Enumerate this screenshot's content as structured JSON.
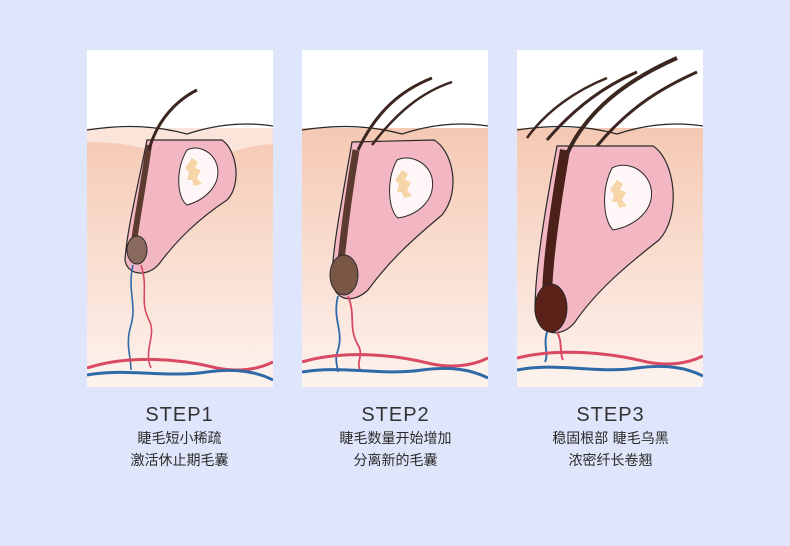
{
  "colors": {
    "background": "#dfe5fa",
    "skin": "#f7d4c4",
    "follicle_pink": "#f0b3c0",
    "artery": "#d94a62",
    "vein": "#2f6aa8",
    "hair": "#4a2a22"
  },
  "steps": [
    {
      "title": "STEP1",
      "line1": "睫毛短小稀疏",
      "line2": "激活休止期毛囊"
    },
    {
      "title": "STEP2",
      "line1": "睫毛数量开始增加",
      "line2": "分离新的毛囊"
    },
    {
      "title": "STEP3",
      "line1": "稳固根部 睫毛乌黑",
      "line2": "浓密纤长卷翘"
    }
  ]
}
